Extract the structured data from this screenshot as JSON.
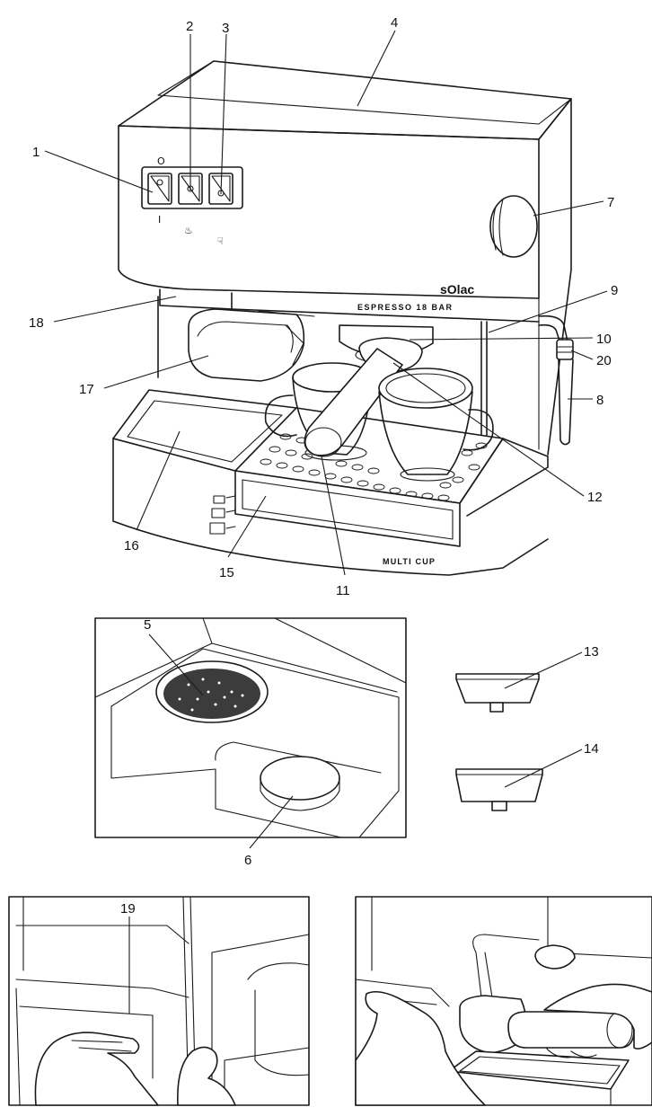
{
  "labels": {
    "brand": "sOlac",
    "model": "ESPRESSO 18 BAR",
    "cup_label": "MULTI CUP",
    "switch_off_mark": "O",
    "switch_on_mark": "I",
    "steam_mark": "♨",
    "hand_mark": "☟"
  },
  "callouts": {
    "c1": "1",
    "c2": "2",
    "c3": "3",
    "c4": "4",
    "c5": "5",
    "c6": "6",
    "c7": "7",
    "c8": "8",
    "c9": "9",
    "c10": "10",
    "c11": "11",
    "c12": "12",
    "c13": "13",
    "c14": "14",
    "c15": "15",
    "c16": "16",
    "c17": "17",
    "c18": "18",
    "c19": "19",
    "c20": "20"
  }
}
